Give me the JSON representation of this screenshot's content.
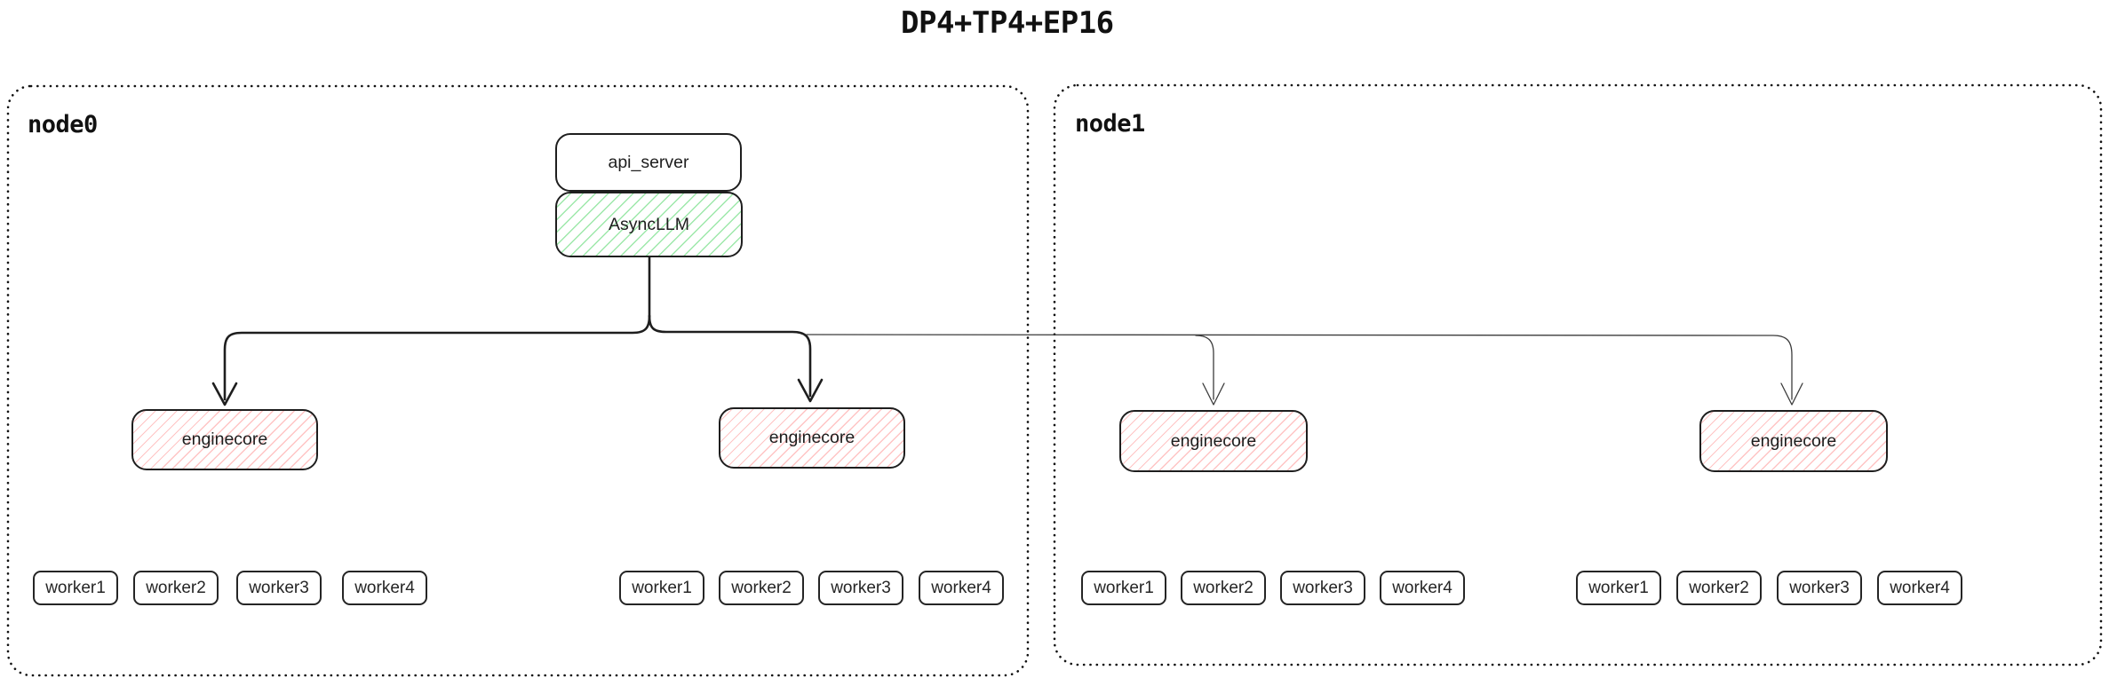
{
  "title": "DP4+TP4+EP16",
  "nodes": [
    {
      "label": "node0"
    },
    {
      "label": "node1"
    }
  ],
  "api_server": {
    "label": "api_server"
  },
  "async_llm": {
    "label": "AsyncLLM"
  },
  "enginecores": [
    {
      "label": "enginecore"
    },
    {
      "label": "enginecore"
    },
    {
      "label": "enginecore"
    },
    {
      "label": "enginecore"
    }
  ],
  "worker_groups": [
    {
      "items": [
        "worker1",
        "worker2",
        "worker3",
        "worker4"
      ]
    },
    {
      "items": [
        "worker1",
        "worker2",
        "worker3",
        "worker4"
      ]
    },
    {
      "items": [
        "worker1",
        "worker2",
        "worker3",
        "worker4"
      ]
    },
    {
      "items": [
        "worker1",
        "worker2",
        "worker3",
        "worker4"
      ]
    }
  ],
  "colors": {
    "stroke": "#1e1e1e",
    "green_hatch": "#69db7c",
    "red_hatch": "#ff9494",
    "thin_arrow": "#3c3c3c",
    "background": "#ffffff"
  }
}
